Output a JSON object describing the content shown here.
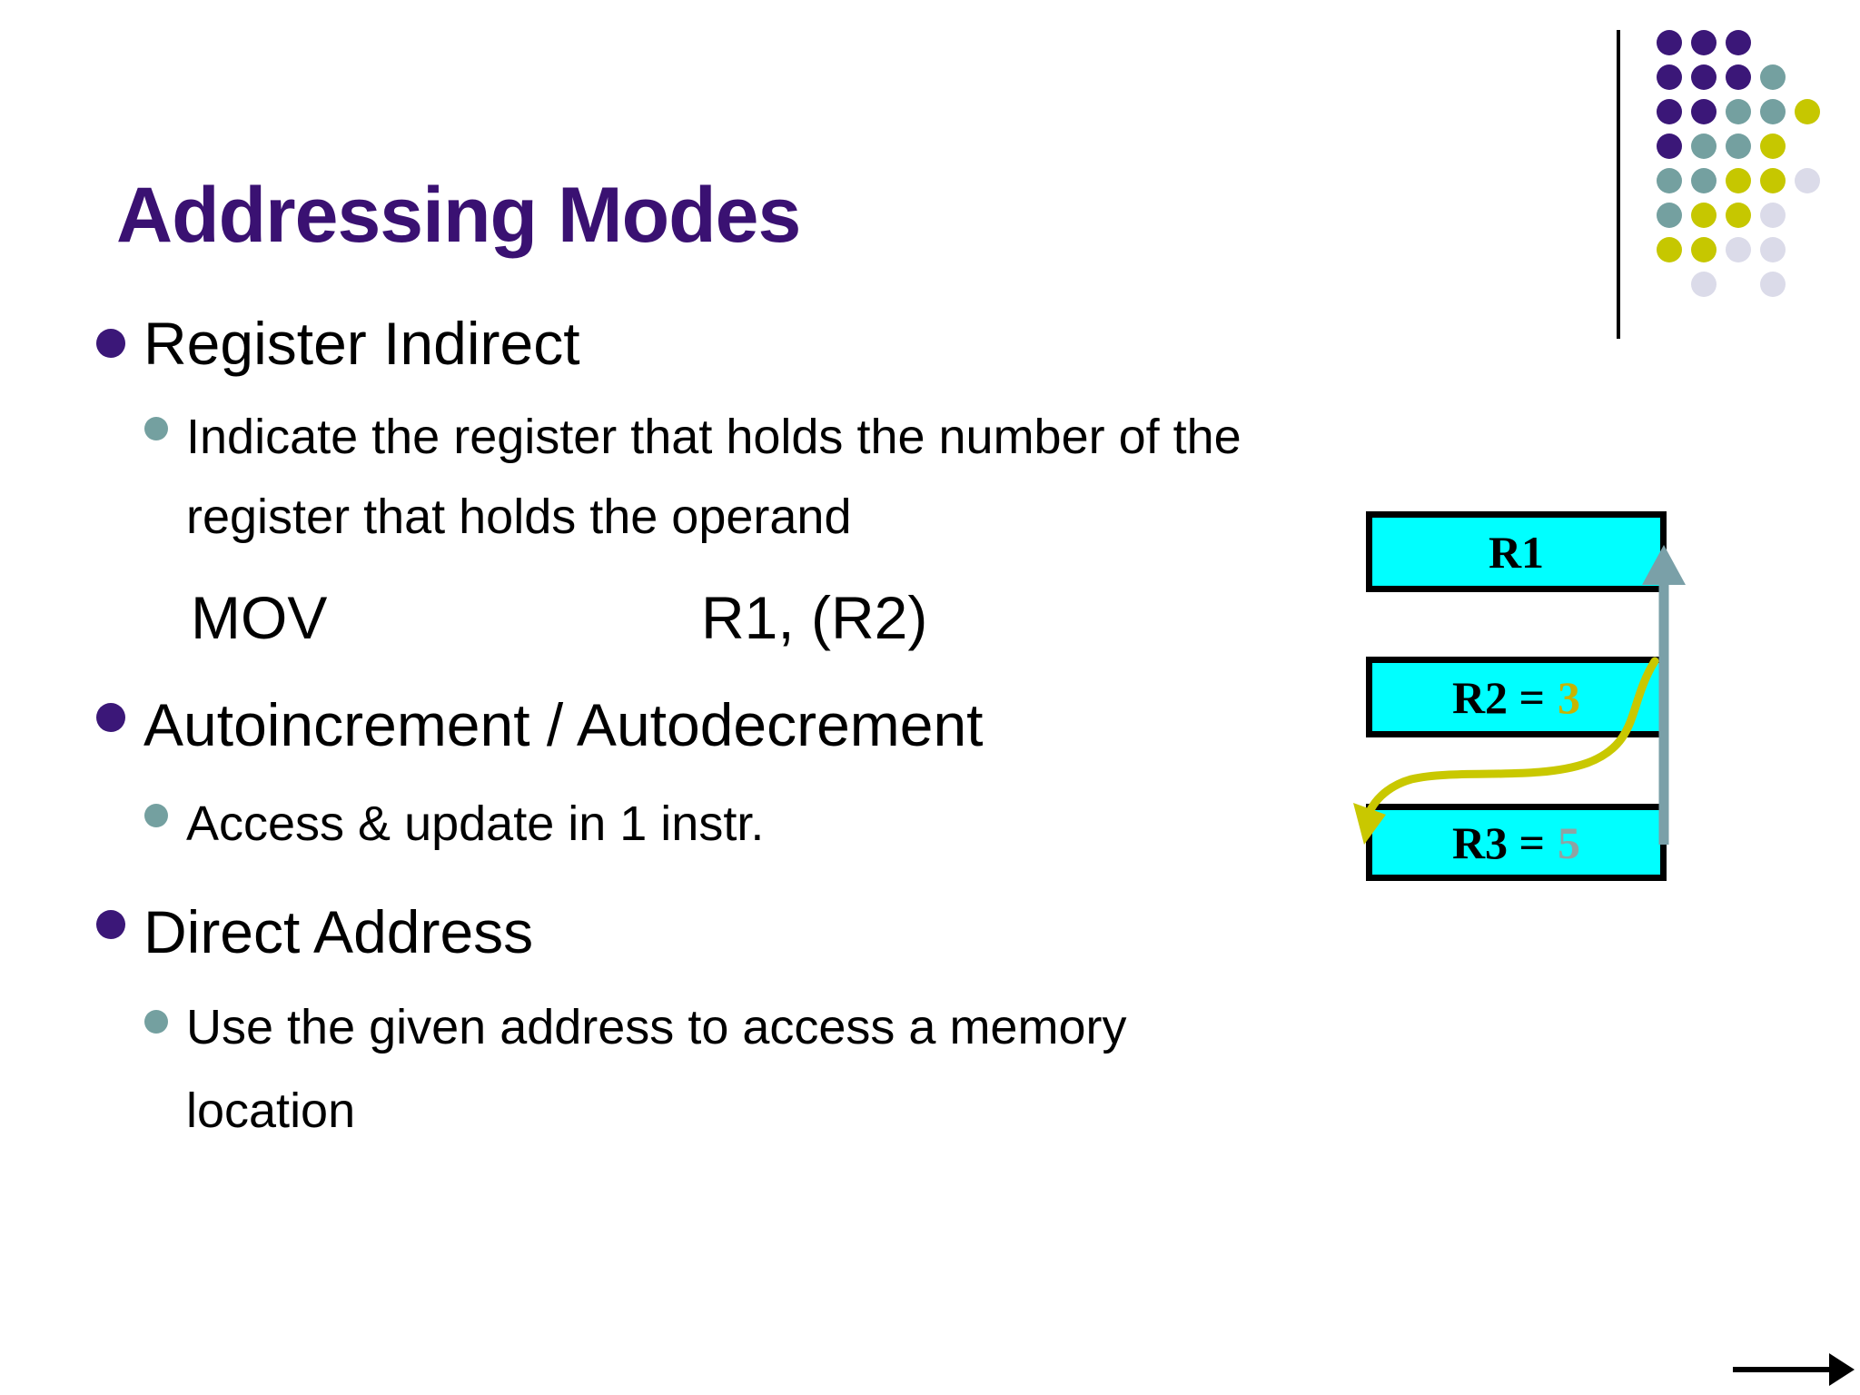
{
  "title": "Addressing Modes",
  "bullets": {
    "b1": "Register Indirect",
    "s1_line1": "Indicate the register that holds the number of the",
    "s1_line2": "register that holds the operand",
    "mov_op": "MOV",
    "mov_args": "R1, (R2)",
    "b2": "Autoincrement / Autodecrement",
    "s2": "Access & update in 1 instr.",
    "b3": "Direct Address",
    "s3_line1": "Use the given address to access a memory",
    "s3_line2": "location"
  },
  "diagram": {
    "r1_label": "R1",
    "r2_label": "R2 =",
    "r2_value": "3",
    "r3_label": "R3 =",
    "r3_value": "5"
  },
  "colors": {
    "title": "#3a1172",
    "body_text": "#000000",
    "bullet_l1": "#3b1778",
    "bullet_l2": "#74a0a0",
    "box_fill": "#00ffff",
    "box_border": "#000000",
    "value3": "#c8b400",
    "value5": "#8fa3a3",
    "arrow_teal": "#7aa0a8",
    "arrow_yellow": "#c9c800",
    "advance_arrow": "#000000"
  },
  "decor": {
    "dot_grid": [
      "PPP..",
      "PPPT.",
      "PPTTY",
      "PTTY.",
      "TTYYL",
      "TYYL.",
      "YYLL.",
      ".L.L."
    ],
    "dot_color_map": {
      "P": "#3b1778",
      "T": "#74a0a0",
      "Y": "#c6c700",
      "L": "#dbdbe9"
    }
  }
}
